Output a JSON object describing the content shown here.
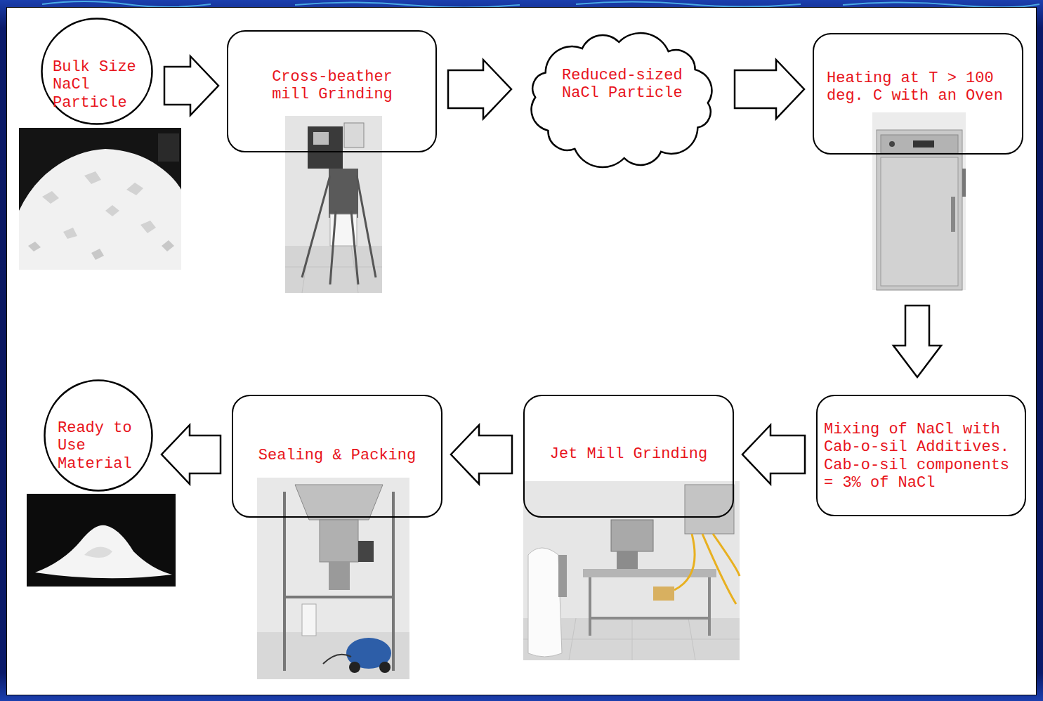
{
  "diagram": {
    "nodes": [
      {
        "text": [
          "Bulk Size NaCl Particle"
        ]
      },
      {
        "text": [
          "Cross-beather mill Grinding"
        ]
      },
      {
        "text": [
          "Reduced-sized NaCl Particle"
        ]
      },
      {
        "text": [
          "Heating at T > 100 deg. C with an Oven"
        ]
      },
      {
        "text": [
          "Mixing of NaCl with Cab-o-sil Additives. Cab-o-sil components = 3% of NaCl"
        ]
      },
      {
        "text": [
          "Jet Mill Grinding"
        ]
      },
      {
        "text": [
          "Sealing & Packing"
        ]
      },
      {
        "text": [
          "Ready to Use Material"
        ]
      }
    ],
    "edges": [
      {
        "from": 0,
        "to": 1,
        "arrow": "to"
      },
      {
        "from": 1,
        "to": 2,
        "arrow": "to"
      },
      {
        "from": 2,
        "to": 3,
        "arrow": "to"
      },
      {
        "from": 3,
        "to": 4,
        "arrow": "to"
      },
      {
        "from": 4,
        "to": 5,
        "arrow": "to"
      },
      {
        "from": 5,
        "to": 6,
        "arrow": "to"
      },
      {
        "from": 6,
        "to": 7,
        "arrow": "to"
      }
    ]
  }
}
